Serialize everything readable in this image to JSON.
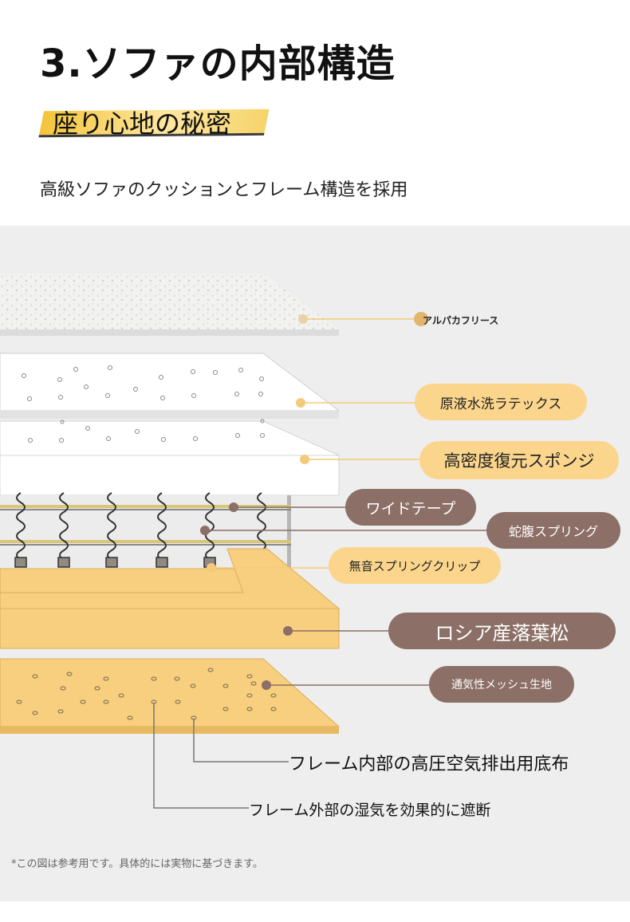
{
  "header": {
    "title": "3.ソファの内部構造",
    "subtitle": "座り心地の秘密",
    "lead": "高級ソファのクッションとフレーム構造を採用"
  },
  "layers": [
    {
      "label": "アルパカフリース"
    },
    {
      "label": "原液水洗ラテックス"
    },
    {
      "label": "高密度復元スポンジ"
    },
    {
      "label": "ワイドテープ"
    },
    {
      "label": "蛇腹スプリング"
    },
    {
      "label": "無音スプリングクリップ"
    },
    {
      "label": "ロシア産落葉松"
    },
    {
      "label": "通気性メッシュ生地"
    }
  ],
  "annotations": {
    "inner": "フレーム内部の高圧空気排出用底布",
    "outer": "フレーム外部の湿気を効果的に遮断"
  },
  "note": "*この図は参考用です。具体的には実物に基づきます。",
  "colors": {
    "light_tag": "#fbd58c",
    "brown_tag": "#8c6f66",
    "wood": "#f8cf7e",
    "panel": "#eeeeee"
  }
}
